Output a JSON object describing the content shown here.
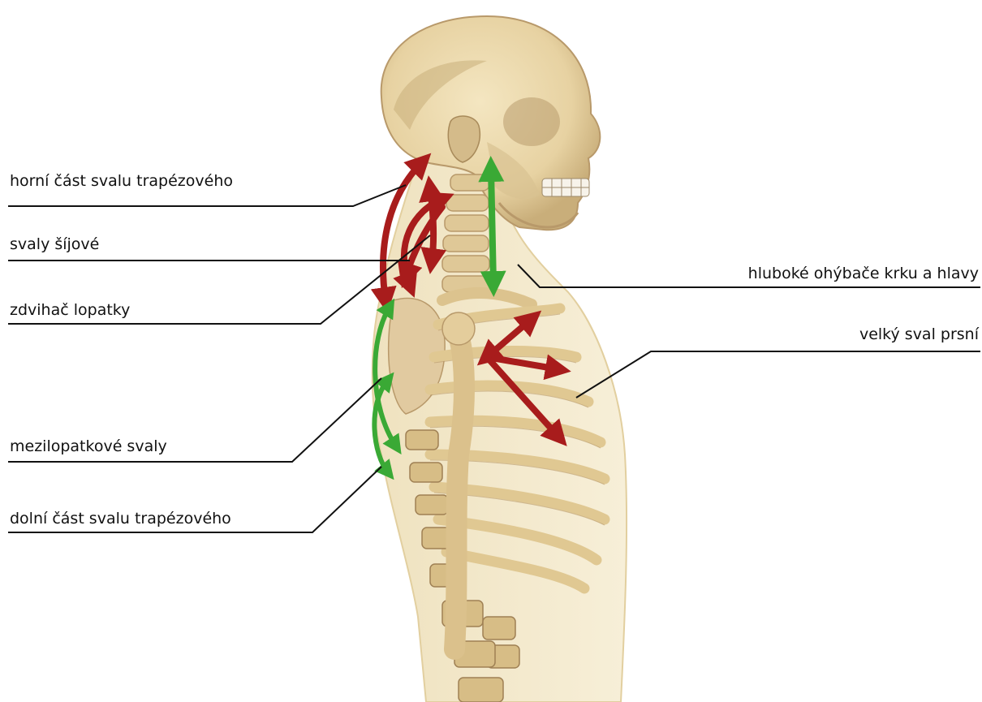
{
  "labels": {
    "upper_trapezius": "horní část svalu trapézového",
    "neck_muscles": "svaly šíjové",
    "levator_scapulae": "zdvihač lopatky",
    "interscapular": "mezilopatkové svaly",
    "lower_trapezius": "dolní část svalu trapézového",
    "deep_neck_flexors": "hluboké ohýbače krku a hlavy",
    "pectoralis_major": "velký sval prsní"
  },
  "colors": {
    "tight_muscle_arrow": "#a81c1c",
    "weak_muscle_arrow": "#3aa935",
    "bone": "#e6d3a7",
    "body": "#f3e8c8",
    "leader_line": "#111111"
  }
}
